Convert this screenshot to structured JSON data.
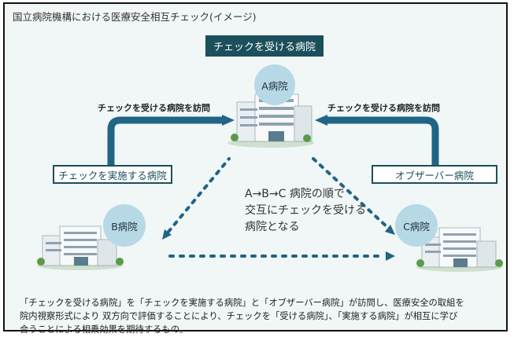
{
  "title": "国立病院機構における医療安全相互チェック(イメージ)",
  "header_label": "チェックを受ける病院",
  "hospital_a_label": "A病院",
  "hospital_b_label": "B病院",
  "hospital_c_label": "C病院",
  "left_box_label": "チェックを実施する病院",
  "right_box_label": "オブザーバー病院",
  "left_arrow_label": "チェックを受ける病院を訪問",
  "right_arrow_label": "チェックを受ける病院を訪問",
  "center_text": [
    "A→B→C 病院の順で",
    "交互にチェックを受ける",
    "病院となる"
  ],
  "description": [
    "「チェックを受ける病院」を「チェックを実施する病院」と「オブザーバー病院」が訪問し、医療安全の取組を",
    "院内視察形式により 双方向で評価することにより、チェックを「受ける病院」、「実施する病院」が相互に学び",
    "合うことによる相乗効果を期待するもの。"
  ],
  "colors": {
    "dark_teal": "#1b4f5c",
    "arrow_blue": "#1f6585",
    "circle_fill": "#b7d9e6",
    "panel_bg": "#f1f6f6"
  }
}
